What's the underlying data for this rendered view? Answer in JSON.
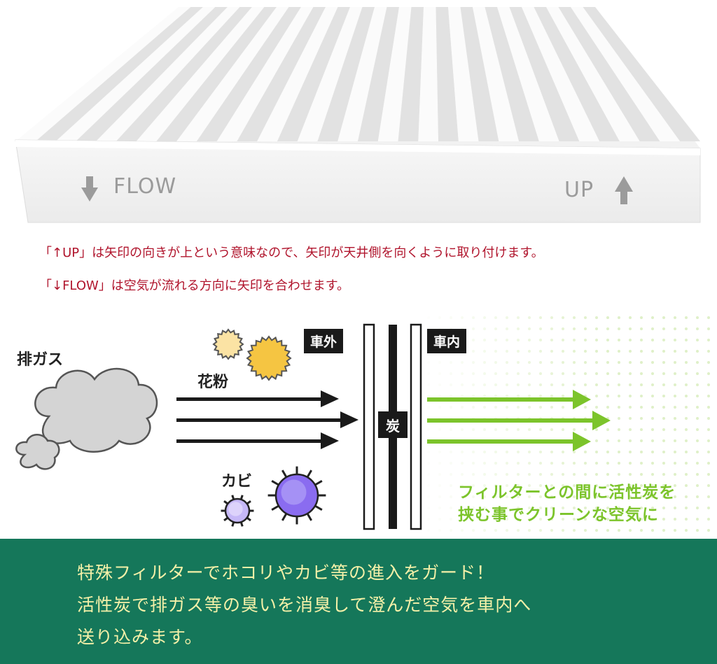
{
  "filter": {
    "flow_label": "FLOW",
    "up_label": "UP",
    "flow_icon": "down-arrow-icon",
    "up_icon": "up-arrow-icon"
  },
  "captions": {
    "line1": "「↑UP」は矢印の向きが上という意味なので、矢印が天井側を向くように取り付けます。",
    "line2": "「↓FLOW」は空気が流れる方向に矢印を合わせます。"
  },
  "diagram": {
    "exhaust_label": "排ガス",
    "pollen_label": "花粉",
    "mold_label": "カビ",
    "outside_label": "車外",
    "inside_label": "車内",
    "carbon_label": "炭",
    "clean_line1": "フィルターとの間に活性炭を",
    "clean_line2": "挟む事でクリーンな空気に"
  },
  "banner": {
    "line1": "特殊フィルターでホコリやカビ等の進入をガード！",
    "line2": "活性炭で排ガス等の臭いを消臭して澄んだ空気を車内へ",
    "line3": "送り込みます。"
  },
  "colors": {
    "caption_red": "#b0142c",
    "clean_green": "#7cc42b",
    "banner_bg": "#15775a",
    "banner_text": "#f4f0a8",
    "pollen_yellow": "#f5c542",
    "mold_purple": "#8a6cf0"
  }
}
